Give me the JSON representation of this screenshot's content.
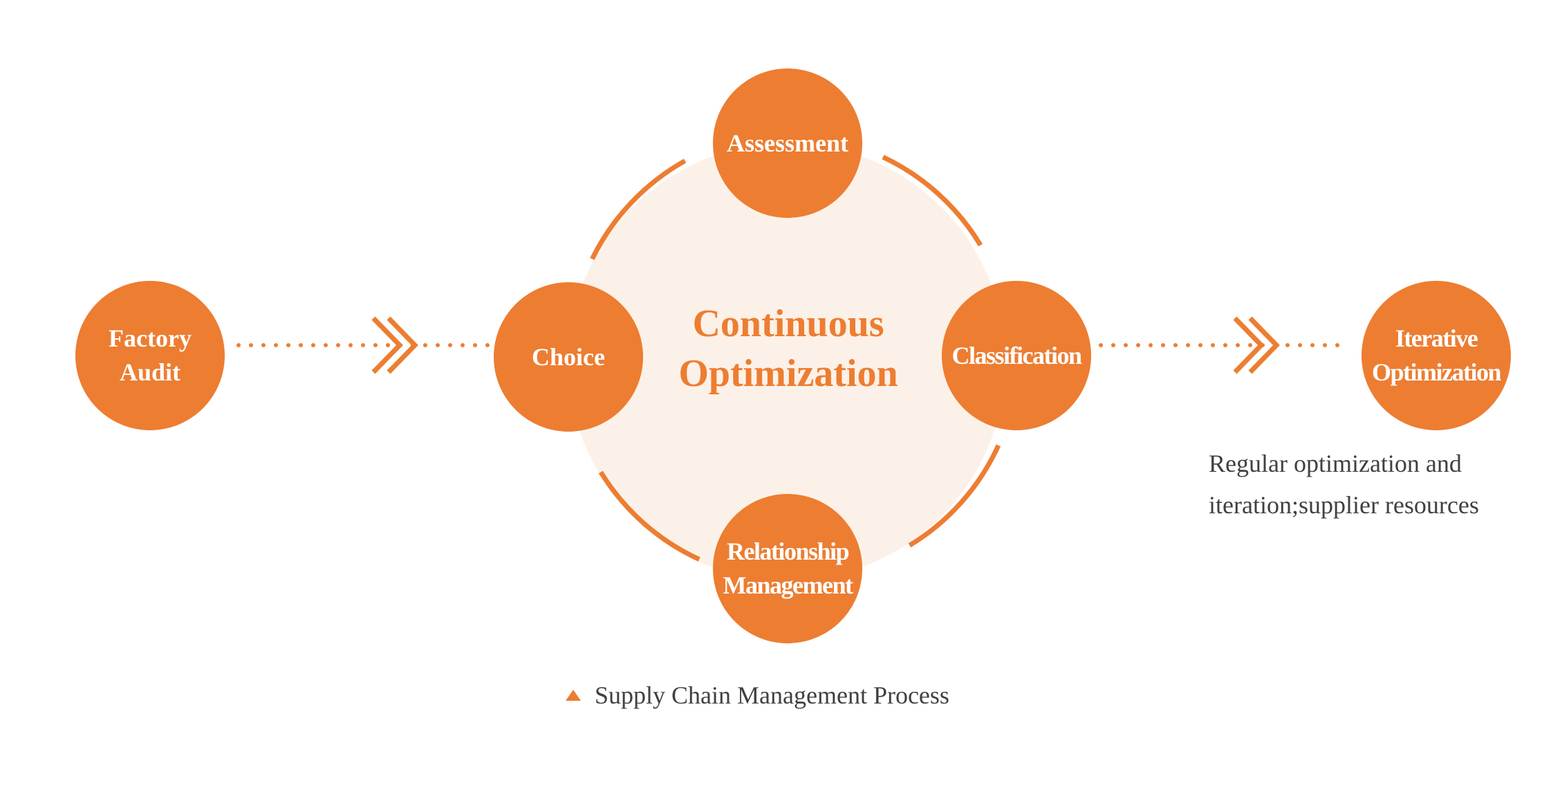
{
  "colors": {
    "accent": "#ED7D31",
    "ring_fill": "#FCF1E8",
    "text_gray": "#404040",
    "node_text": "#FFFFFF"
  },
  "nodes": {
    "factory_audit": [
      "Factory",
      "Audit"
    ],
    "choice": [
      "Choice"
    ],
    "assessment": [
      "Assessment"
    ],
    "classification": [
      "Classification"
    ],
    "relationship_management": [
      "Relationship",
      "Management"
    ],
    "iterative_optimization": [
      "Iterative",
      "Optimization"
    ]
  },
  "center_title": [
    "Continuous",
    "Optimization"
  ],
  "note": [
    "Regular optimization and",
    "iteration;supplier resources"
  ],
  "caption": {
    "icon": "triangle-up-icon",
    "text": "Supply Chain Management Process"
  }
}
